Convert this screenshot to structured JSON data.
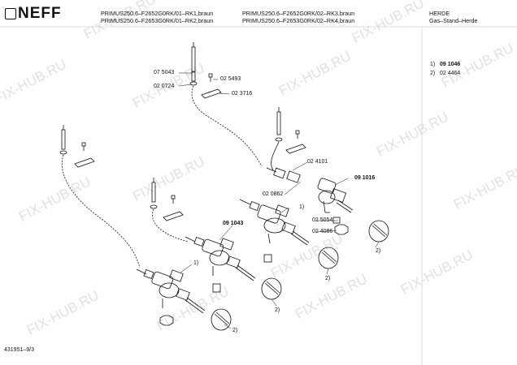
{
  "header": {
    "brand": "NEFF",
    "models_left": [
      "PRIMUS250.6–F2652G0RK/01–RK1,braun",
      "PRIMUS250.6–F2653G0RK/01–RK2,braun"
    ],
    "models_right": [
      "PRIMUS250.6–F2652G0RK/02–RK3,braun",
      "PRIMUS250.6–F2653G0RK/02–RK4,braun"
    ],
    "category": [
      "HERDE",
      "Gas–Stand–Herde"
    ]
  },
  "legend": [
    {
      "num": "1)",
      "code": "09 1046"
    },
    {
      "num": "2)",
      "code": "02 4464"
    }
  ],
  "parts": {
    "p075043": "07 5043",
    "p025493": "02 5493",
    "p020724": "02 0724",
    "p023716": "02 3716",
    "p024101": "02 4101",
    "p091016": "09 1016",
    "p020862": "02 0862",
    "p025054": "02 5054",
    "p024086": "02 4086",
    "p091043": "09 1043",
    "ref1a": "1)",
    "ref1b": "1)",
    "ref2a": "2)",
    "ref2b": "2)",
    "ref2c": "2)",
    "ref2d": "2)"
  },
  "footer": "431951–9/3",
  "watermark": "FIX-HUB.RU"
}
